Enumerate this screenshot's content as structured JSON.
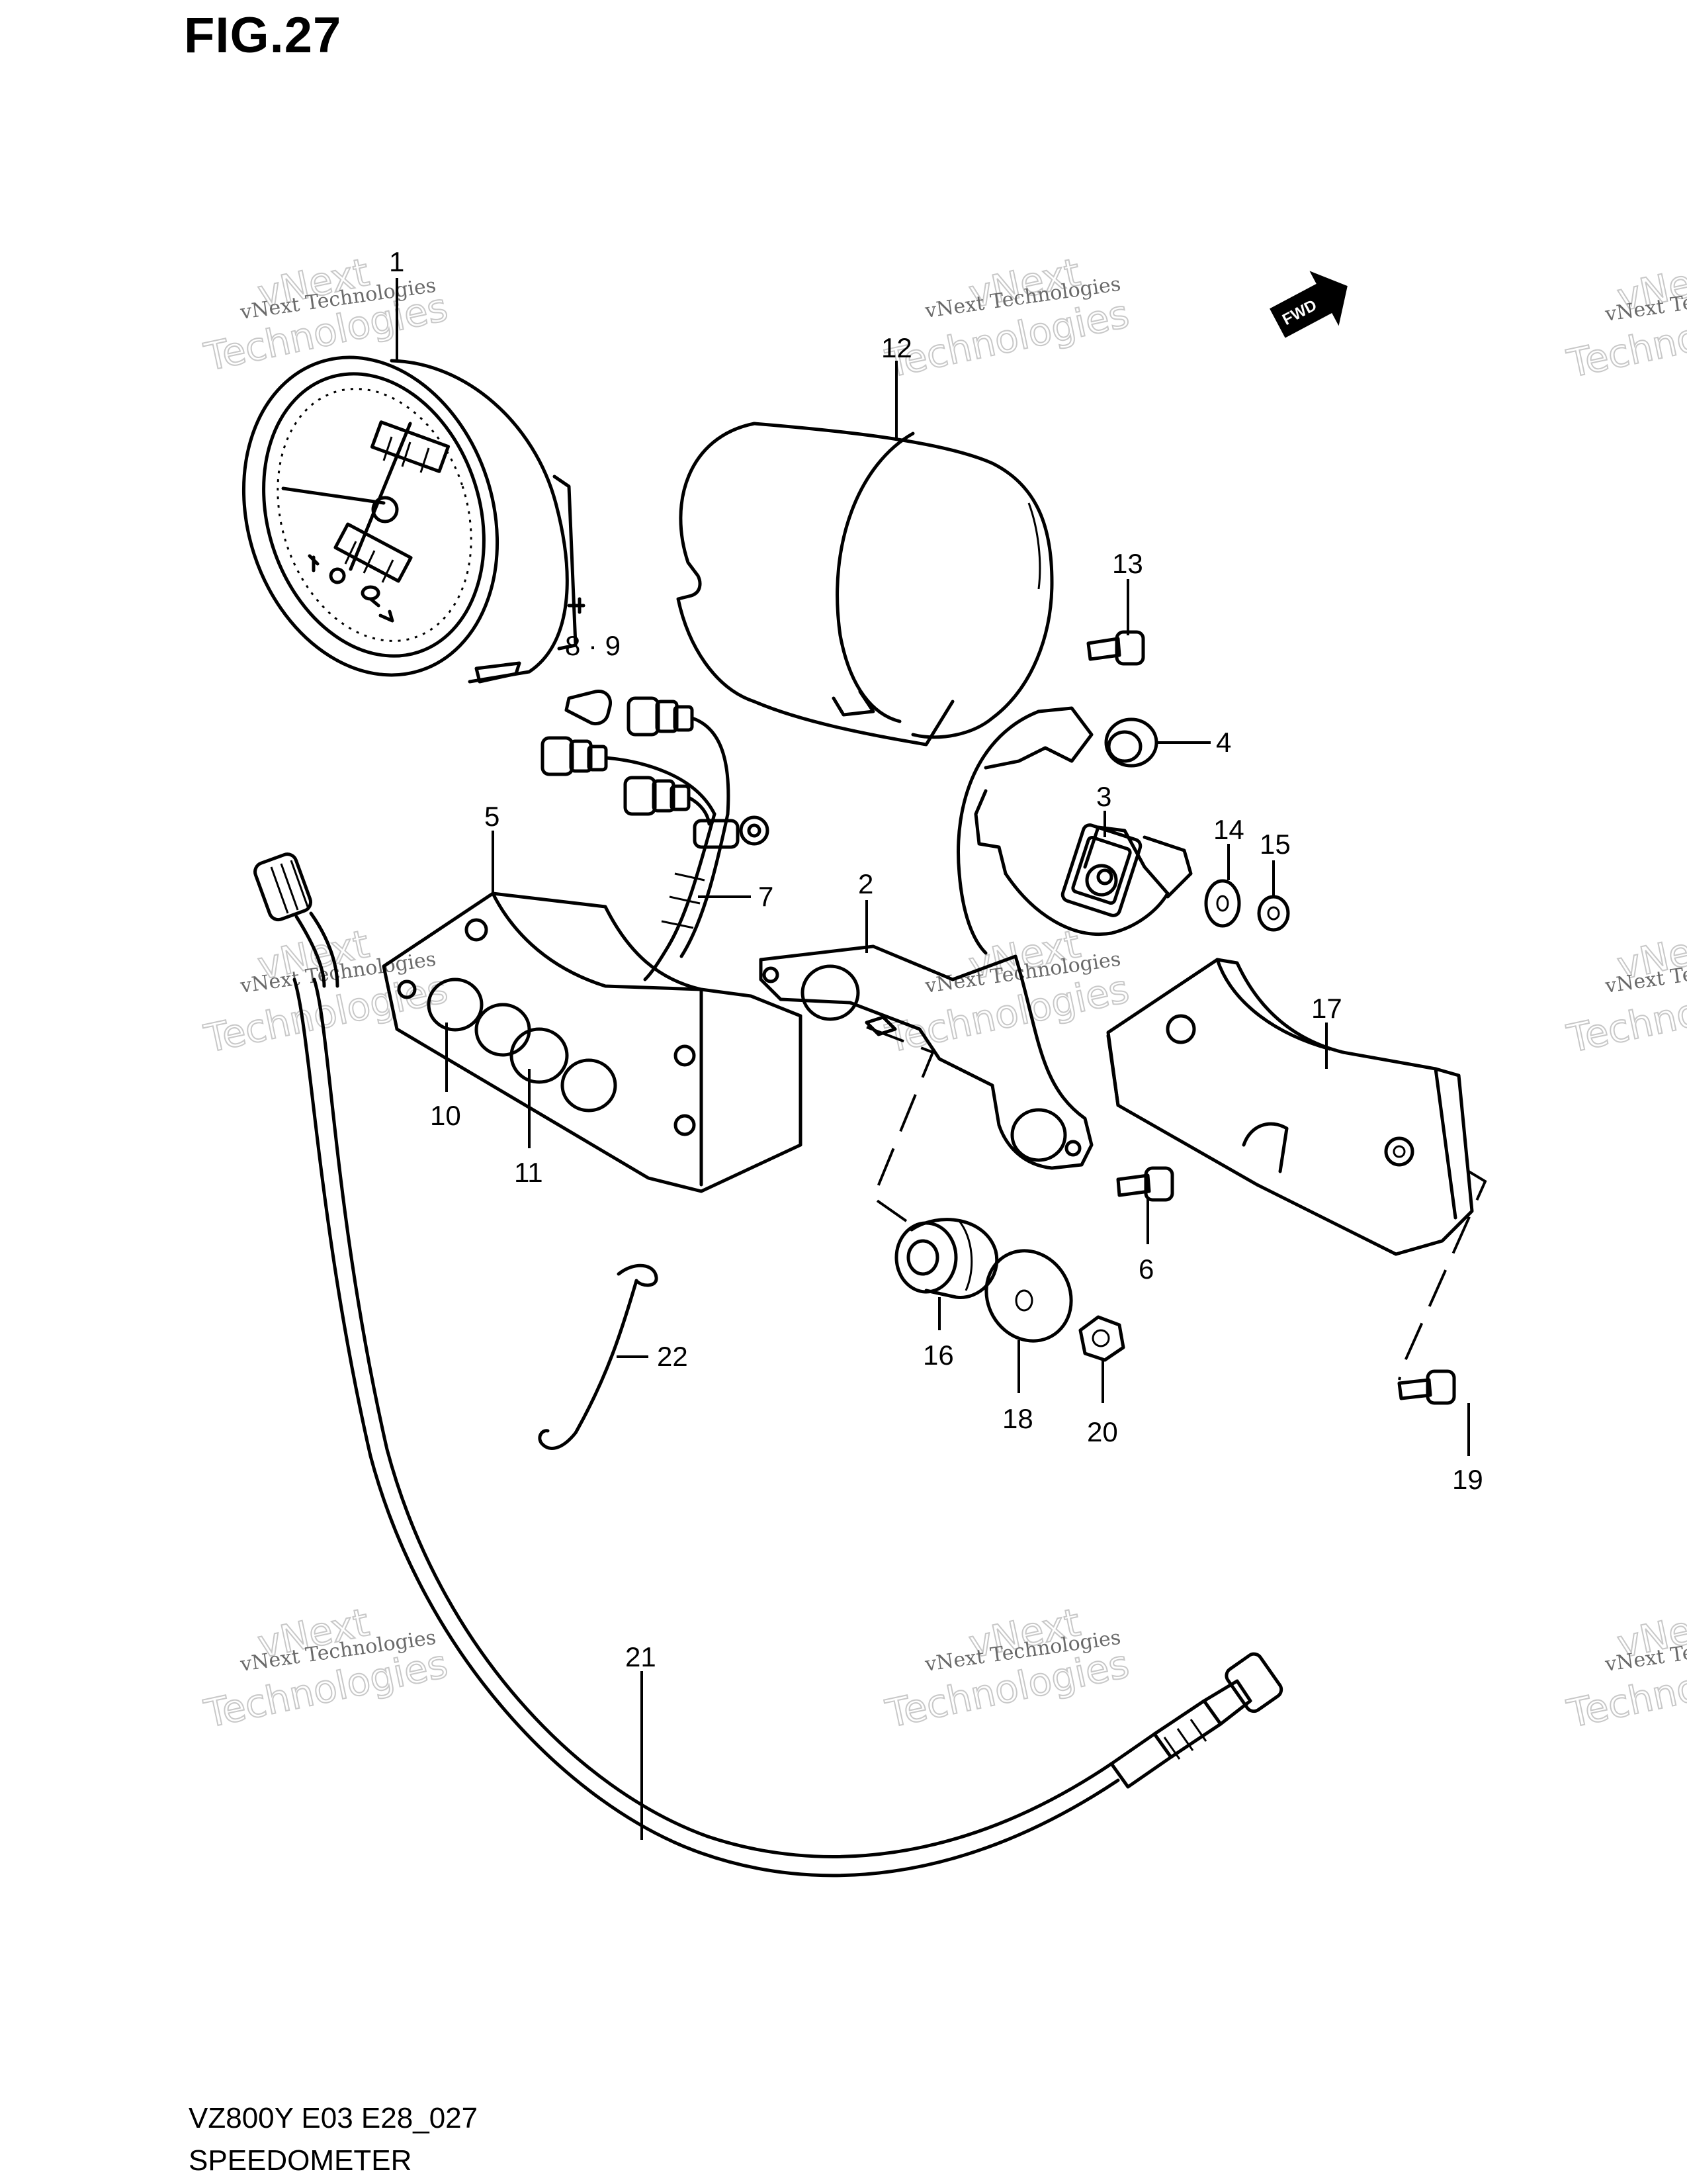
{
  "figure": {
    "title": "FIG.27",
    "code": "VZ800Y E03 E28_027",
    "name": "SPEEDOMETER"
  },
  "direction_badge": {
    "label": "FWD",
    "icon": "forward-arrow-icon"
  },
  "watermark": {
    "line1": "vNext",
    "line2": "Technologies",
    "small": "vNext Technologies"
  },
  "callouts": {
    "c1": "1",
    "c2": "2",
    "c3": "3",
    "c4": "4",
    "c5": "5",
    "c6": "6",
    "c7": "7",
    "c8_9": "8 · 9",
    "c10": "10",
    "c11": "11",
    "c12": "12",
    "c13": "13",
    "c14": "14",
    "c15": "15",
    "c16": "16",
    "c17": "17",
    "c18": "18",
    "c19": "19",
    "c20": "20",
    "c21": "21",
    "c22": "22"
  },
  "colors": {
    "ink": "#000000",
    "watermark": "#c8c8c8",
    "background": "#ffffff"
  }
}
